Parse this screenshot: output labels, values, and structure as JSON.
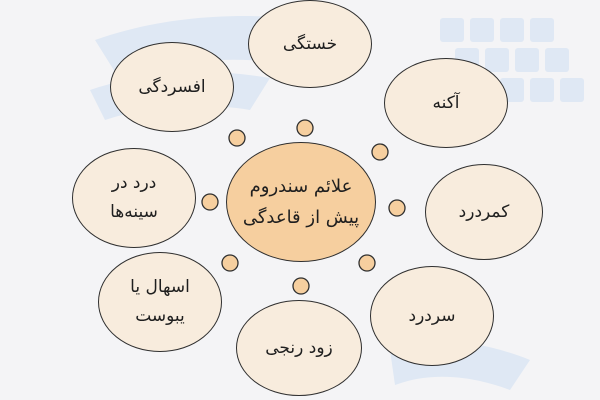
{
  "center": {
    "line1": "علائم سندروم",
    "line2": "پیش از قاعدگی"
  },
  "symptoms": [
    "خستگی",
    "آکنه",
    "کمردرد",
    "سردرد",
    "زود رنجی",
    "اسهال یا",
    "یبوست",
    "درد در",
    "سینه‌ها",
    "افسردگی"
  ],
  "colors": {
    "background": "#f4f4f6",
    "node_fill": "#f8ecdd",
    "center_fill": "#f6cf9f",
    "dot_fill": "#f6cf9f",
    "outline": "#2f2f2f",
    "watermark": "#dde7f4"
  }
}
